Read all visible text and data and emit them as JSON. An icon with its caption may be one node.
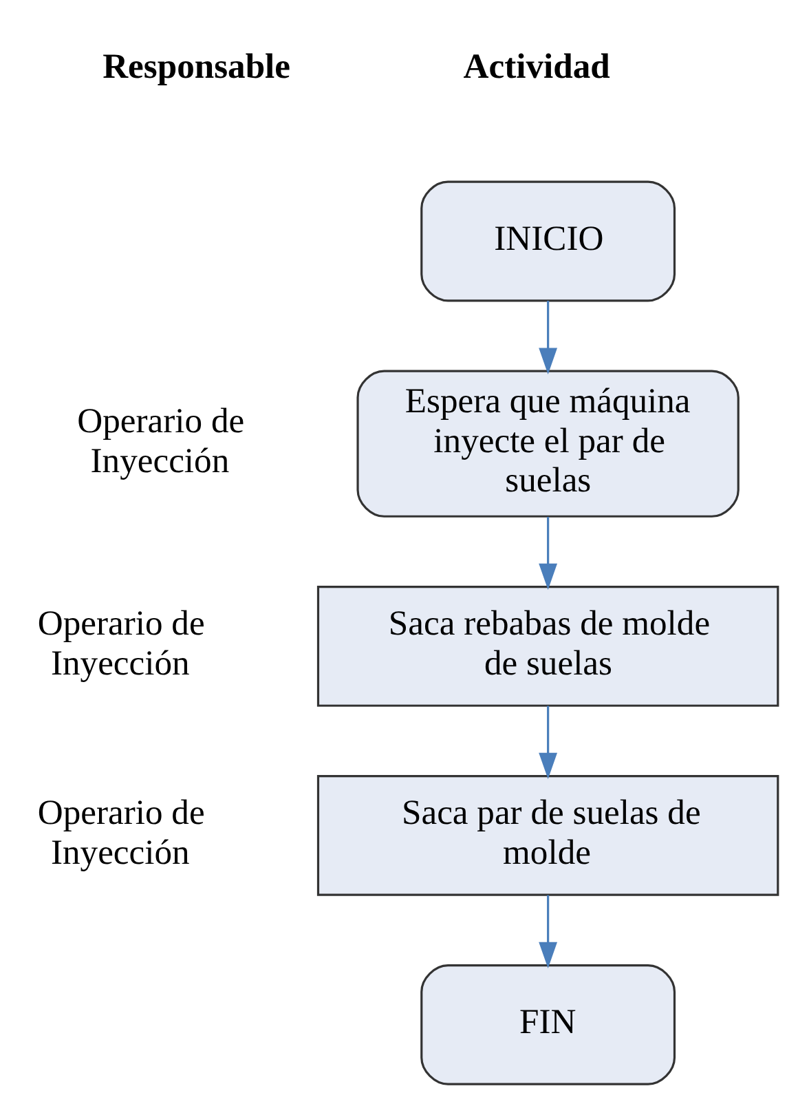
{
  "diagram": {
    "nodes": [
      {
        "text": [
          "INICIO"
        ]
      },
      {
        "text": [
          "Espera que máquina inyecte el par de suelas"
        ]
      },
      {
        "text": [
          "Saca rebabas de molde de suelas"
        ]
      },
      {
        "text": [
          "Saca par de suelas de molde"
        ]
      },
      {
        "text": [
          "FIN"
        ]
      }
    ],
    "edges": [
      {
        "from": 0,
        "to": 1,
        "arrow": "to"
      },
      {
        "from": 1,
        "to": 2,
        "arrow": "to"
      },
      {
        "from": 2,
        "to": 3,
        "arrow": "to"
      },
      {
        "from": 3,
        "to": 4,
        "arrow": "to"
      }
    ],
    "labels": [
      "Responsable",
      "Actividad",
      "Operario de Inyección",
      "Operario de Inyección",
      "Operario de Inyección"
    ]
  }
}
